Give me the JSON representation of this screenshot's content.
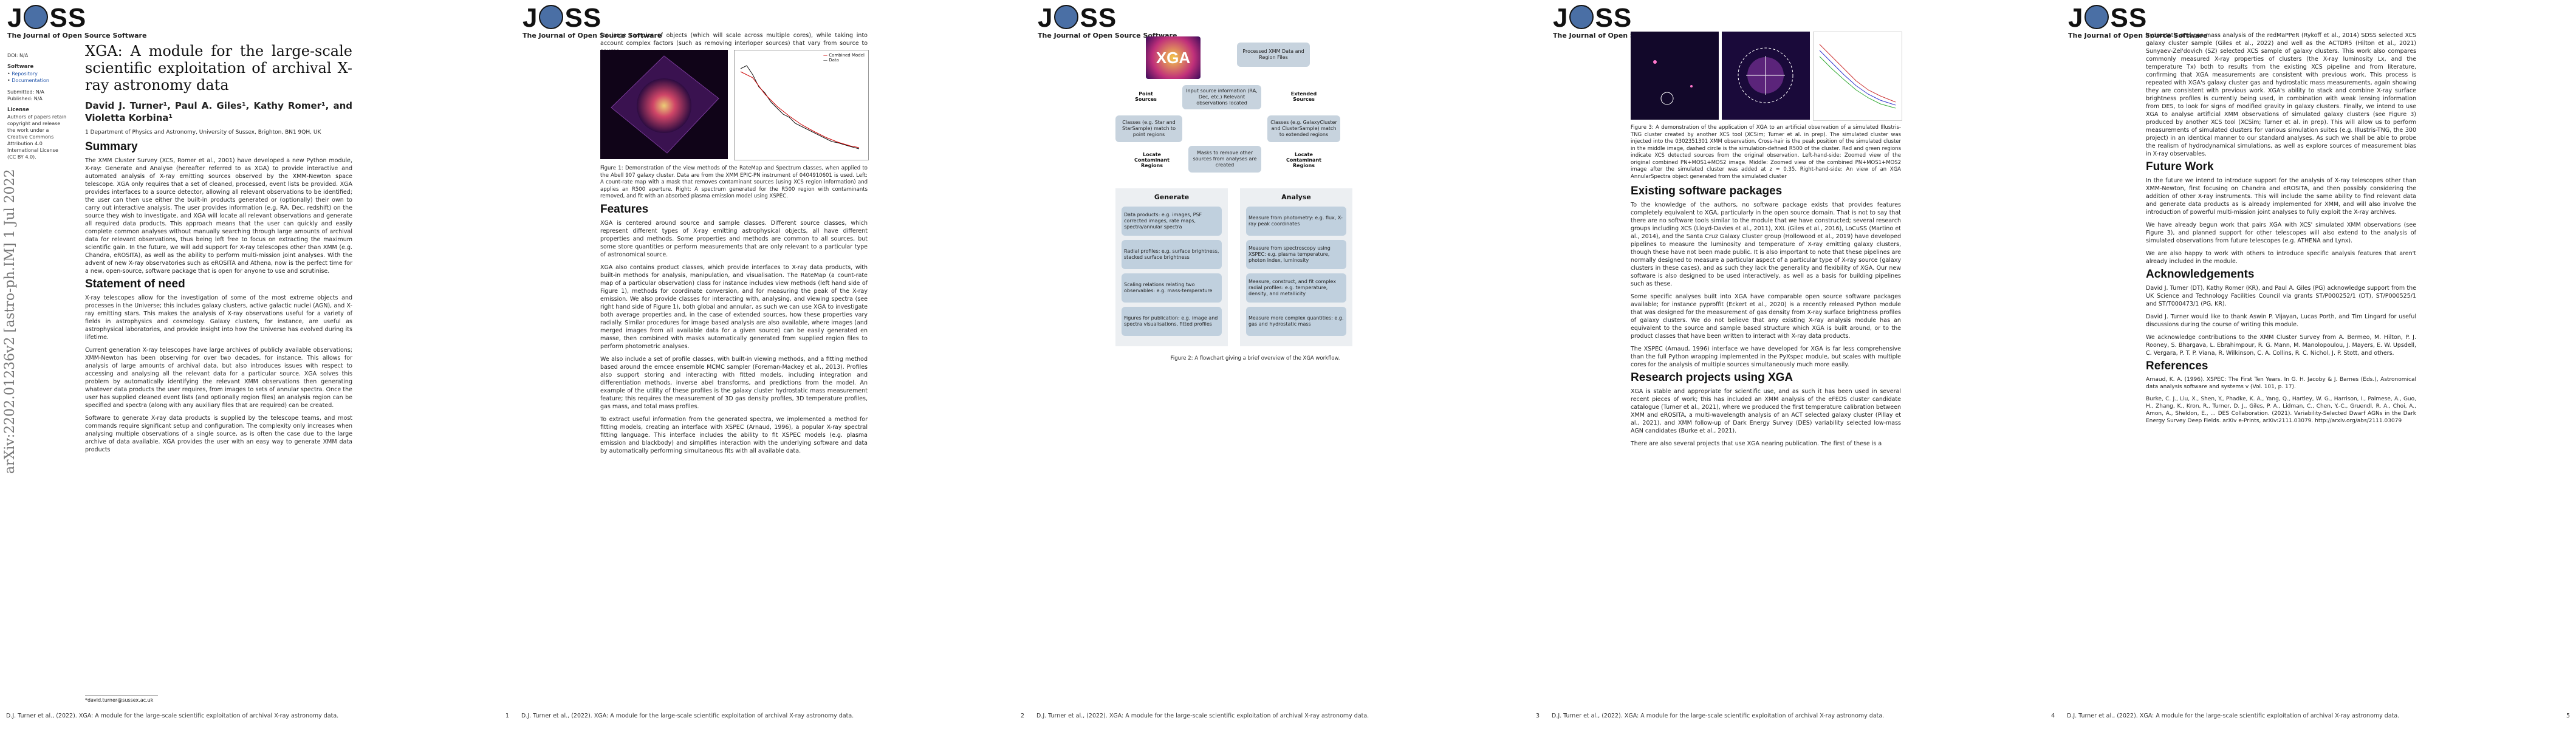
{
  "journal": {
    "logo": "JOSS",
    "tagline": "The Journal of Open Source Software"
  },
  "footer": {
    "citation": "D.J. Turner et al., (2022). XGA: A module for the large-scale scientific exploitation of archival X-ray astronomy data.",
    "pages": [
      "1",
      "2",
      "3",
      "4",
      "5"
    ]
  },
  "page1": {
    "arxiv": "arXiv:2202.01236v2  [astro-ph.IM]  1 Jul 2022",
    "sidebar": {
      "doi": "DOI: N/A",
      "software_label": "Software",
      "software_items": [
        "Repository",
        "Documentation"
      ],
      "submitted": "Submitted: N/A",
      "published": "Published: N/A",
      "license_label": "License",
      "license_text": "Authors of papers retain copyright and release the work under a Creative Commons Attribution 4.0 International License (CC BY 4.0)."
    },
    "title": "XGA: A module for the large-scale scientific exploitation of archival X-ray astronomy data",
    "authors": "David J. Turner¹, Paul A. Giles¹, Kathy Romer¹, and Violetta Korbina¹",
    "affiliation": "1 Department of Physics and Astronomy, University of Sussex, Brighton, BN1 9QH, UK",
    "summary_heading": "Summary",
    "summary": "The XMM Cluster Survey (XCS, Romer et al., 2001) have developed a new Python module, X-ray: Generate and Analyse (hereafter referred to as XGA) to provide interactive and automated analysis of X-ray emitting sources observed by the XMM-Newton space telescope. XGA only requires that a set of cleaned, processed, event lists be provided. XGA provides interfaces to a source detector, allowing all relevant observations to be identified; the user can then use either the built-in products generated or (optionally) their own to carry out interactive analysis. The user provides information (e.g. RA, Dec, redshift) on the source they wish to investigate, and XGA will locate all relevant observations and generate all required data products. This approach means that the user can quickly and easily complete common analyses without manually searching through large amounts of archival data for relevant observations, thus being left free to focus on extracting the maximum scientific gain. In the future, we will add support for X-ray telescopes other than XMM (e.g. Chandra, eROSITA), as well as the ability to perform multi-mission joint analyses. With the advent of new X-ray observatories such as eROSITA and Athena, now is the perfect time for a new, open-source, software package that is open for anyone to use and scrutinise.",
    "need_heading": "Statement of need",
    "need_p1": "X-ray telescopes allow for the investigation of some of the most extreme objects and processes in the Universe; this includes galaxy clusters, active galactic nuclei (AGN), and X-ray emitting stars. This makes the analysis of X-ray observations useful for a variety of fields in astrophysics and cosmology. Galaxy clusters, for instance, are useful as astrophysical laboratories, and provide insight into how the Universe has evolved during its lifetime.",
    "need_p2": "Current generation X-ray telescopes have large archives of publicly available observations; XMM-Newton has been observing for over two decades, for instance. This allows for analysis of large amounts of archival data, but also introduces issues with respect to accessing and analysing all the relevant data for a particular source. XGA solves this problem by automatically identifying the relevant XMM observations then generating whatever data products the user requires, from images to sets of annular spectra. Once the user has supplied cleaned event lists (and optionally region files) an analysis region can be specified and spectra (along with any auxiliary files that are required) can be created.",
    "need_p3": "Software to generate X-ray data products is supplied by the telescope teams, and most commands require significant setup and configuration. The complexity only increases when analysing multiple observations of a single source, as is often the case due to the large archive of data available. XGA provides the user with an easy way to generate XMM data products",
    "footnote": "*david.turner@sussex.ac.uk"
  },
  "page2": {
    "intro": "for large samples of objects (which will scale across multiple cores), while taking into account complex factors (such as removing interloper sources) that vary from source to source.",
    "legend": [
      "Combined Model",
      "Data"
    ],
    "fig1_caption": "Figure 1: Demonstration of the view methods of the RateMap and Spectrum classes, when applied to the Abell 907 galaxy cluster. Data are from the XMM EPIC-PN instrument of 0404910601 is used. Left: A count-rate map with a mask that removes contaminant sources (using XCS region information) and applies an R500 aperture. Right: A spectrum generated for the R500 region with contaminants removed, and fit with an absorbed plasma emission model using XSPEC.",
    "features_heading": "Features",
    "f1": "XGA is centered around source and sample classes. Different source classes, which represent different types of X-ray emitting astrophysical objects, all have different properties and methods. Some properties and methods are common to all sources, but some store quantities or perform measurements that are only relevant to a particular type of astronomical source.",
    "f2": "XGA also contains product classes, which provide interfaces to X-ray data products, with built-in methods for analysis, manipulation, and visualisation. The RateMap (a count-rate map of a particular observation) class for instance includes view methods (left hand side of Figure 1), methods for coordinate conversion, and for measuring the peak of the X-ray emission. We also provide classes for interacting with, analysing, and viewing spectra (see right hand side of Figure 1), both global and annular, as such we can use XGA to investigate both average properties and, in the case of extended sources, how these properties vary radially. Similar procedures for image based analysis are also available, where images (and merged images from all available data for a given source) can be easily generated en masse, then combined with masks automatically generated from supplied region files to perform photometric analyses.",
    "f3": "We also include a set of profile classes, with built-in viewing methods, and a fitting method based around the emcee ensemble MCMC sampler (Foreman-Mackey et al., 2013). Profiles also support storing and interacting with fitted models, including integration and differentiation methods, inverse abel transforms, and predictions from the model. An example of the utility of these profiles is the galaxy cluster hydrostatic mass measurement feature; this requires the measurement of 3D gas density profiles, 3D temperature profiles, gas mass, and total mass profiles.",
    "f4": "To extract useful information from the generated spectra, we implemented a method for fitting models, creating an interface with XSPEC (Arnaud, 1996), a popular X-ray spectral fitting language. This interface includes the ability to fit XSPEC models (e.g. plasma emission and blackbody) and simplifies interaction with the underlying software and data by automatically performing simultaneous fits with all available data."
  },
  "page3": {
    "logo_text": "XGA",
    "processed": "Processed XMM Data and Region Files",
    "input": "Input source information (RA, Dec, etc.) Relevant observations located",
    "point": "Point Sources",
    "extended": "Extended Sources",
    "classes_point": "Classes (e.g. Star and StarSample) match to point regions",
    "classes_ext": "Classes (e.g. GalaxyCluster and ClusterSample) match to extended regions",
    "locate": "Locate Contaminant Regions",
    "masks": "Masks to remove other sources from analyses are created",
    "generate": "Generate",
    "analyse": "Analyse",
    "gen_items": [
      "Data products: e.g. images, PSF corrected images, rate maps, spectra/annular spectra",
      "Radial profiles: e.g. surface brightness, stacked surface brightness",
      "Scaling relations relating two observables: e.g. mass-temperature",
      "Figures for publication: e.g. image and spectra visualisations, fitted profiles"
    ],
    "ana_items": [
      "Measure from photometry: e.g. flux, X-ray peak coordinates",
      "Measure from spectroscopy using XSPEC: e.g. plasma temperature, photon index, luminosity",
      "Measure, construct, and fit complex radial profiles: e.g. temperature, density, and metallicity",
      "Measure more complex quantities: e.g. gas and hydrostatic mass"
    ],
    "fig2_caption": "Figure 2: A flowchart giving a brief overview of the XGA workflow."
  },
  "page4": {
    "fig3_caption": "Figure 3: A demonstration of the application of XGA to an artificial observation of a simulated Illustris-TNG cluster created by another XCS tool (XCSim; Turner et al. in prep). The simulated cluster was injected into the 0302351301 XMM observation. Cross-hair is the peak position of the simulated cluster in the middle image, dashed circle is the simulation-defined R500 of the cluster. Red and green regions indicate XCS detected sources from the original observation. Left-hand-side: Zoomed view of the original combined PN+MOS1+MOS2 image. Middle: Zoomed view of the combined PN+MOS1+MOS2 image after the simulated cluster was added at z = 0.35. Right-hand-side: An view of an XGA AnnularSpectra object generated from the simulated cluster",
    "existing_heading": "Existing software packages",
    "e1": "To the knowledge of the authors, no software package exists that provides features completely equivalent to XGA, particularly in the open source domain. That is not to say that there are no software tools similar to the module that we have constructed; several research groups including XCS (Lloyd-Davies et al., 2011), XXL (Giles et al., 2016), LoCuSS (Martino et al., 2014), and the Santa Cruz Galaxy Cluster group (Hollowood et al., 2019) have developed pipelines to measure the luminosity and temperature of X-ray emitting galaxy clusters, though these have not been made public. It is also important to note that these pipelines are normally designed to measure a particular aspect of a particular type of X-ray source (galaxy clusters in these cases), and as such they lack the generality and flexibility of XGA. Our new software is also designed to be used interactively, as well as a basis for building pipelines such as these.",
    "e2": "Some specific analyses built into XGA have comparable open source software packages available; for instance pyproffit (Eckert et al., 2020) is a recently released Python module that was designed for the measurement of gas density from X-ray surface brightness profiles of galaxy clusters. We do not believe that any existing X-ray analysis module has an equivalent to the source and sample based structure which XGA is built around, or to the product classes that have been written to interact with X-ray data products.",
    "e3": "The XSPEC (Arnaud, 1996) interface we have developed for XGA is far less comprehensive than the full Python wrapping implemented in the PyXspec module, but scales with multiple cores for the analysis of multiple sources simultaneously much more easily.",
    "research_heading": "Research projects using XGA",
    "r1": "XGA is stable and appropriate for scientific use, and as such it has been used in several recent pieces of work; this has included an XMM analysis of the eFEDS cluster candidate catalogue (Turner et al., 2021), where we produced the first temperature calibration between XMM and eROSITA, a multi-wavelength analysis of an ACT selected galaxy cluster (Pillay et al., 2021), and XMM follow-up of Dark Energy Survey (DES) variability selected low-mass AGN candidates (Burke et al., 2021).",
    "r2": "There are also several projects that use XGA nearing publication. The first of these is a"
  },
  "page5": {
    "p1": "hydrostatic and gas mass analysis of the redMaPPeR (Rykoff et al., 2014) SDSS selected XCS galaxy cluster sample (Giles et al., 2022) and well as the ACTDR5 (Hilton et al., 2021) Sunyaev-Zel'dovich (SZ) selected XCS sample of galaxy clusters. This work also compares commonly measured X-ray properties of clusters (the X-ray luminosity Lx, and the temperature Tx) both to results from the existing XCS pipeline and from literature, confirming that XGA measurements are consistent with previous work. This process is repeated with XGA's galaxy cluster gas and hydrostatic mass measurements, again showing they are consistent with previous work. XGA's ability to stack and combine X-ray surface brightness profiles is currently being used, in combination with weak lensing information from DES, to look for signs of modified gravity in galaxy clusters. Finally, we intend to use XGA to analyse artificial XMM observations of simulated galaxy clusters (see Figure 3) produced by another XCS tool (XCSim; Turner et al. in prep). This will allow us to perform measurements of simulated clusters for various simulation suites (e.g. Illustris-TNG, the 300 project) in an identical manner to our standard analyses. As such we shall be able to probe the realism of hydrodynamical simulations, as well as explore sources of measurement bias in X-ray observables.",
    "future_heading": "Future Work",
    "fw1": "In the future we intend to introduce support for the analysis of X-ray telescopes other than XMM-Newton, first focusing on Chandra and eROSITA, and then possibly considering the addition of other X-ray instruments. This will include the same ability to find relevant data and generate data products as is already implemented for XMM, and will also involve the introduction of powerful multi-mission joint analyses to fully exploit the X-ray archives.",
    "fw2": "We have already begun work that pairs XGA with XCS' simulated XMM observations (see Figure 3), and planned support for other telescopes will also extend to the analysis of simulated observations from future telescopes (e.g. ATHENA and Lynx).",
    "fw3": "We are also happy to work with others to introduce specific analysis features that aren't already included in the module.",
    "ack_heading": "Acknowledgements",
    "ack1": "David J. Turner (DT), Kathy Romer (KR), and Paul A. Giles (PG) acknowledge support from the UK Science and Technology Facilities Council via grants ST/P000252/1 (DT), ST/P000525/1 and ST/T000473/1 (PG, KR).",
    "ack2": "David J. Turner would like to thank Aswin P. Vijayan, Lucas Porth, and Tim Lingard for useful discussions during the course of writing this module.",
    "ack3": "We acknowledge contributions to the XMM Cluster Survey from A. Bermeo, M. Hilton, P. J. Rooney, S. Bhargava, L. Ebrahimpour, R. G. Mann, M. Manolopoulou, J. Mayers, E. W. Upsdell, C. Vergara, P. T. P. Viana, R. Wilkinson, C. A. Collins, R. C. Nichol, J. P. Stott, and others.",
    "refs_heading": "References",
    "ref1": "Arnaud, K. A. (1996). XSPEC: The First Ten Years. In G. H. Jacoby & J. Barnes (Eds.), Astronomical data analysis software and systems v (Vol. 101, p. 17).",
    "ref2": "Burke, C. J., Liu, X., Shen, Y., Phadke, K. A., Yang, Q., Hartley, W. G., Harrison, I., Palmese, A., Guo, H., Zhang, K., Kron, R., Turner, D. J., Giles, P. A., Lidman, C., Chen, Y.-C., Gruendl, R. A., Choi, A., Amon, A., Sheldon, E., ... DES Collaboration. (2021). Variability-Selected Dwarf AGNs in the Dark Energy Survey Deep Fields. arXiv e-Prints, arXiv:2111.03079. http://arxiv.org/abs/2111.03079"
  }
}
